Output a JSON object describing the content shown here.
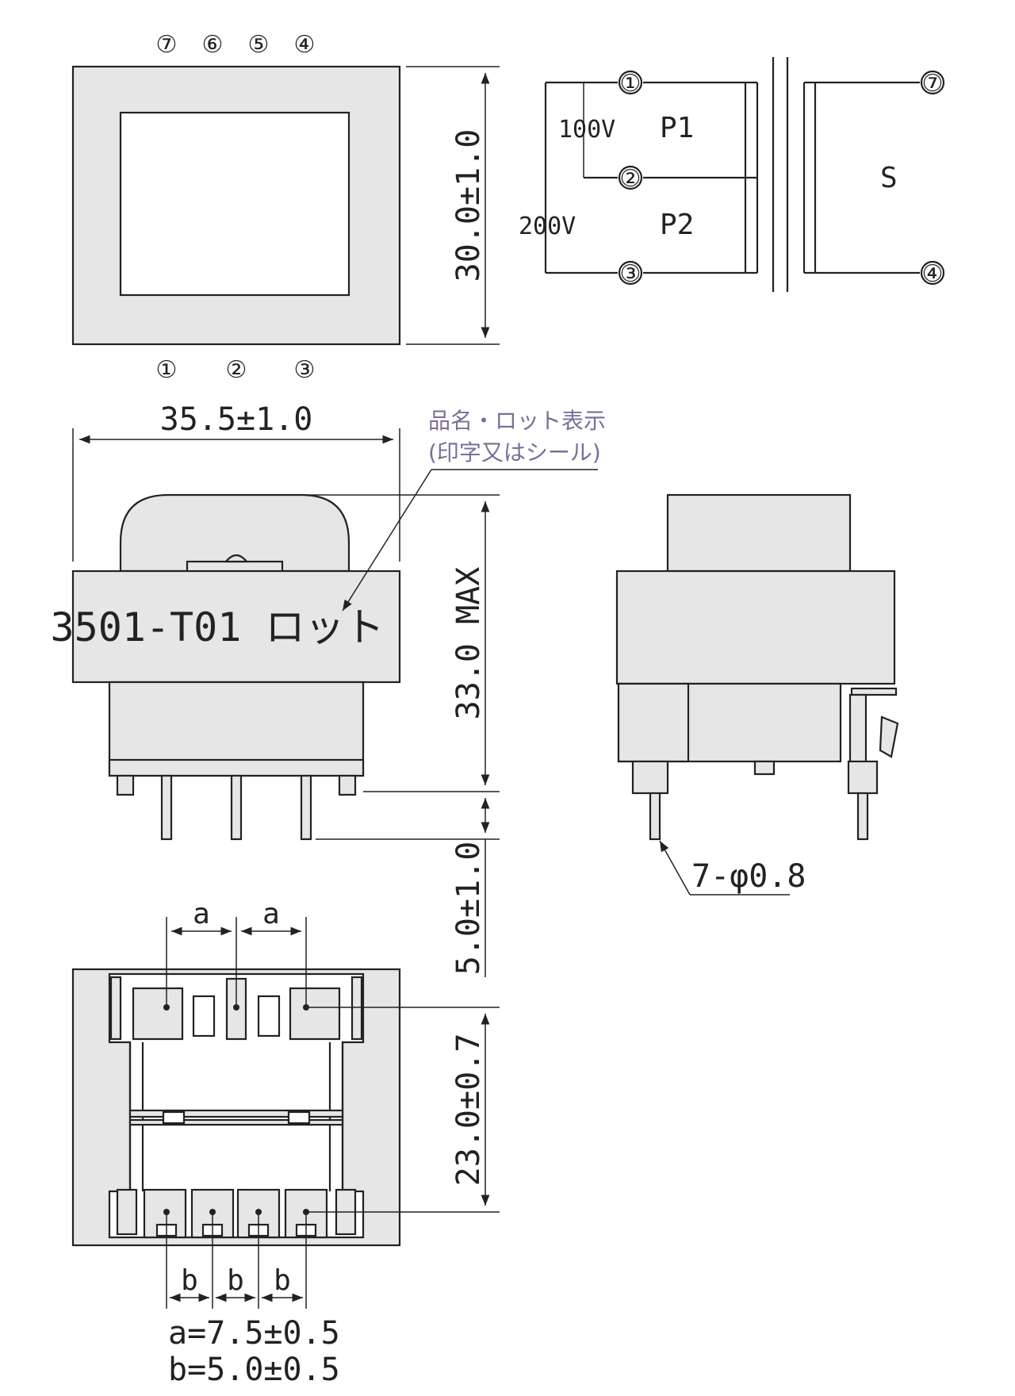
{
  "top_view": {
    "pins_top": [
      "⑦",
      "⑥",
      "⑤",
      "④"
    ],
    "pins_bottom": [
      "①",
      "②",
      "③"
    ],
    "height_dim": "30.0±1.0"
  },
  "schematic": {
    "primary_pins": [
      "①",
      "②",
      "③"
    ],
    "secondary_pins": [
      "⑦",
      "④"
    ],
    "voltage_100": "100V",
    "voltage_200": "200V",
    "winding_p1": "P1",
    "winding_p2": "P2",
    "winding_s": "S"
  },
  "front_view": {
    "width_dim": "35.5±1.0",
    "marking": "3501-T01 ロット",
    "note_line1": "品名・ロット表示",
    "note_line2": "(印字又はシール)",
    "height_dim": "33.0 MAX",
    "pin_length_dim": "5.0±1.0"
  },
  "side_view": {
    "pin_callout": "7-φ0.8"
  },
  "bottom_view": {
    "pitch_a": "a",
    "pitch_b": "b",
    "depth_dim": "23.0±0.7",
    "a_value": "a=7.5±0.5",
    "b_value": "b=5.0±0.5"
  }
}
